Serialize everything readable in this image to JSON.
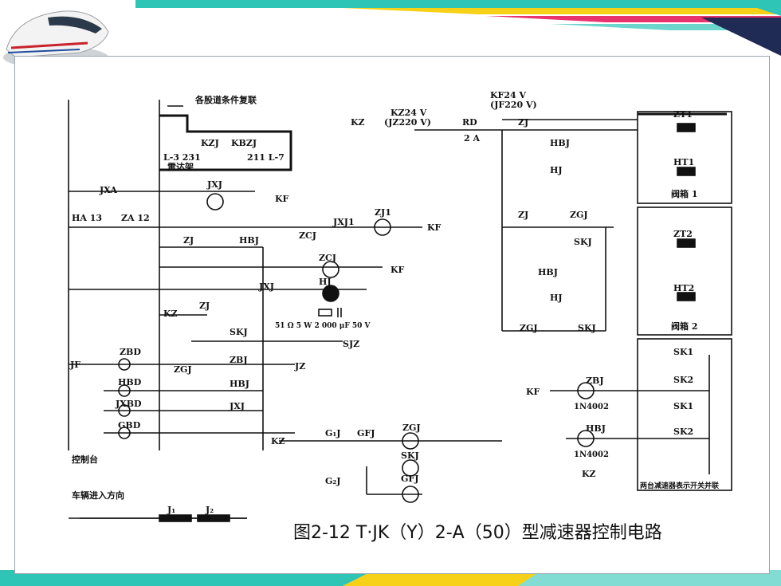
{
  "caption": "图2-12  T·JK（Y）2-A（50）型减速器控制电路",
  "labels": {
    "top_note": "各股道条件复联",
    "kz24": "KZ24 V",
    "jz220": "(JZ220 V)",
    "kf24": "KF24 V",
    "jf220": "(JF220 V)",
    "kz": "KZ",
    "rd": "RD",
    "rd_2a": "2 A",
    "kzj": "KZJ",
    "kbzj": "KBZJ",
    "l3": "L-3 231",
    "l7": "211 L-7",
    "radar": "雷达架",
    "jxa": "JXA",
    "jxj": "JXJ",
    "kf": "KF",
    "ha": "HA 13",
    "za": "ZA 12",
    "zcj": "ZCJ",
    "jxj1": "JXJ1",
    "zj1": "ZJ1",
    "zj": "ZJ",
    "hbj": "HBJ",
    "hj": "HJ",
    "rc": "51 Ω  5 W  2 000 μF 50 V",
    "skj": "SKJ",
    "sjz": "SJZ",
    "zbd": "ZBD",
    "hbd": "HBD",
    "jxbd": "JXBD",
    "gbd": "GBD",
    "zbj": "ZBJ",
    "zgj": "ZGJ",
    "jf": "JF",
    "jz": "JZ",
    "g1j": "G₁J",
    "g2j": "G₂J",
    "gfj": "GFJ",
    "console": "控制台",
    "direction": "车辆进入方向",
    "j1": "J₁",
    "j2": "J₂",
    "zt1": "ZT1",
    "ht1": "HT1",
    "zt2": "ZT2",
    "ht2": "HT2",
    "valvebox1": "阀箱 1",
    "valvebox2": "阀箱 2",
    "sk1": "SK1",
    "sk2": "SK2",
    "diode": "1N4002",
    "parallel": "两台减速器表示开关并联"
  },
  "colors": {
    "teal": "#2ec4b6",
    "yellow": "#f7d117",
    "pink": "#e8336d",
    "navy": "#1f2a55",
    "red": "#d7261e",
    "line": "#111111"
  }
}
